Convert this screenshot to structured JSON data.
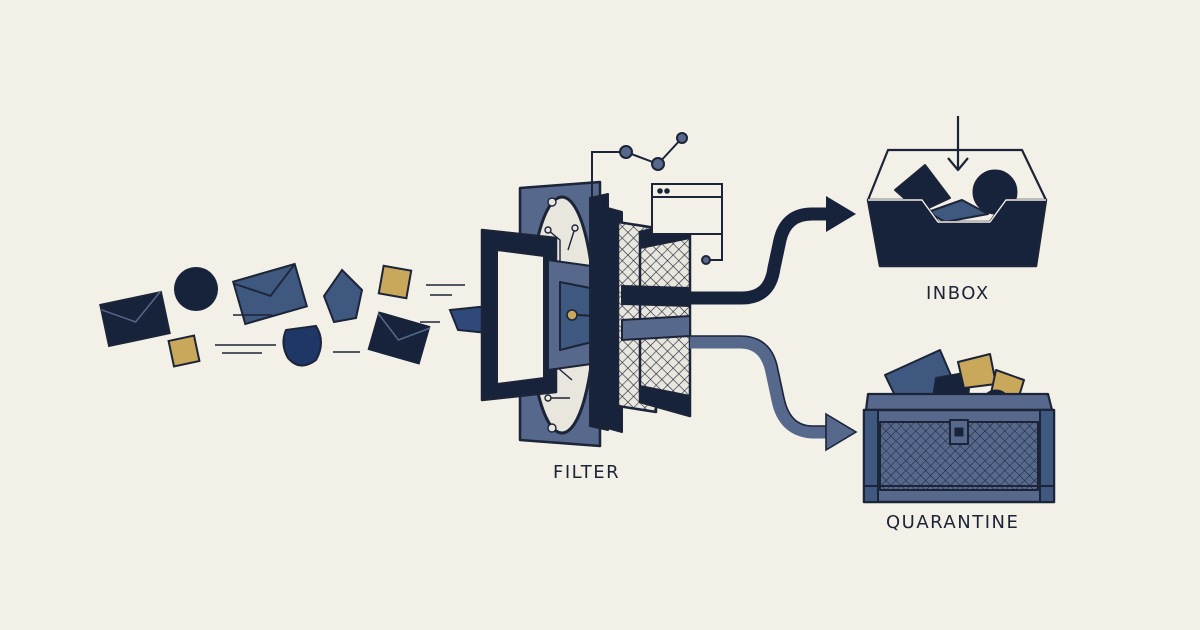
{
  "labels": {
    "filter": "FILTER",
    "inbox": "INBOX",
    "quarantine": "QUARANTINE"
  },
  "colors": {
    "background": "#f3f0e8",
    "navy": "#17223b",
    "slate": "#56688c",
    "steel": "#3f5880",
    "gold": "#c9a85c",
    "stroke": "#1c2438"
  },
  "icons": [
    "envelope-icon",
    "circle-shape-icon",
    "gold-square-icon",
    "pentagon-shape-icon",
    "droplet-shape-icon",
    "analytics-graph-icon",
    "browser-window-icon",
    "down-arrow-icon"
  ]
}
